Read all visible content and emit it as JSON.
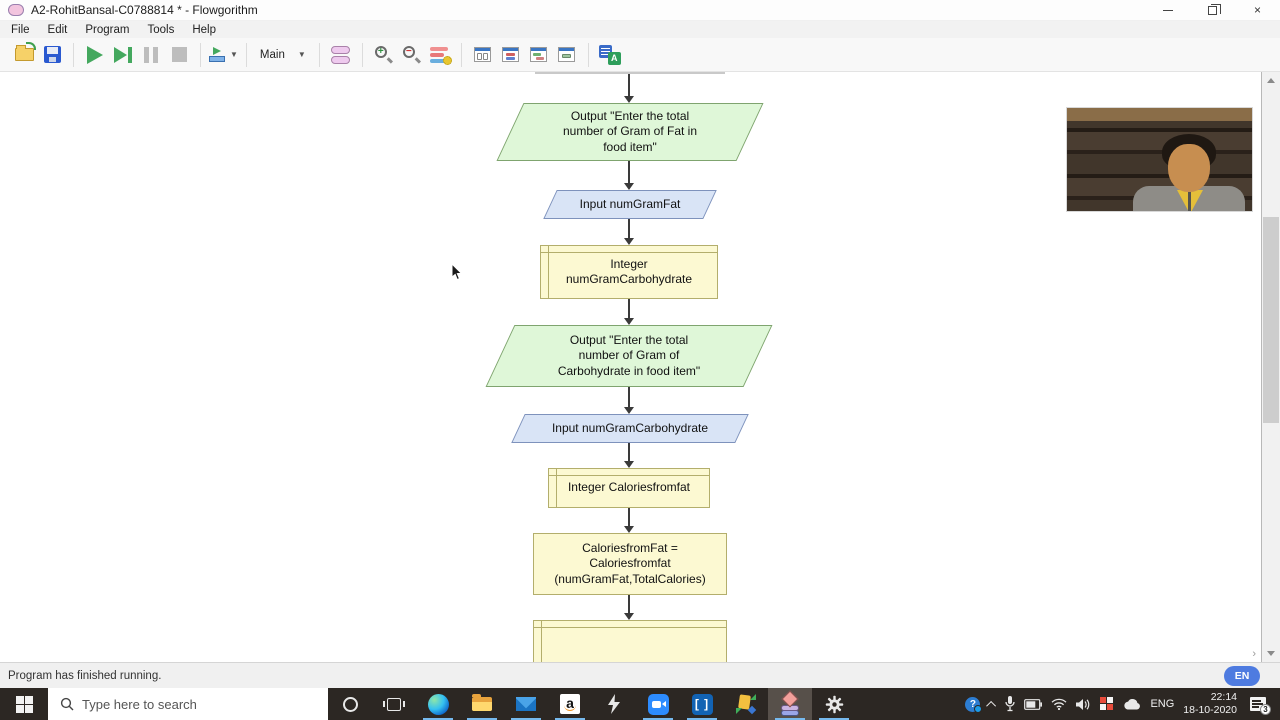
{
  "window": {
    "title": "A2-RohitBansal-C0788814 * - Flowgorithm"
  },
  "menubar": {
    "items": [
      "File",
      "Edit",
      "Program",
      "Tools",
      "Help"
    ]
  },
  "toolbar": {
    "function_name": "Main",
    "translate_letter": "A"
  },
  "canvas": {
    "nodes": [
      {
        "type": "output",
        "text": "Output \"Enter the total\nnumber of Gram of Fat in\nfood item\""
      },
      {
        "type": "input",
        "text": "Input numGramFat"
      },
      {
        "type": "declare",
        "text": "Integer\nnumGramCarbohydrate"
      },
      {
        "type": "output",
        "text": "Output \"Enter the total\nnumber of Gram of\nCarbohydrate in food item\""
      },
      {
        "type": "input",
        "text": "Input numGramCarbohydrate"
      },
      {
        "type": "declare",
        "text": "Integer Caloriesfromfat"
      },
      {
        "type": "assign",
        "text": "CaloriesfromFat =\nCaloriesfromfat\n(numGramFat,TotalCalories)"
      },
      {
        "type": "declare",
        "text": ""
      }
    ],
    "corner_chevron": "›"
  },
  "statusbar": {
    "message": "Program has finished running.",
    "language_badge": "EN"
  },
  "taskbar": {
    "search_placeholder": "Type here to search",
    "amazon_letter": "a",
    "brackets_glyph": "[ ]",
    "tray": {
      "help_glyph": "?",
      "language": "ENG",
      "time": "22:14",
      "date": "18-10-2020",
      "notification_count": "3"
    }
  },
  "colors": {
    "output_fill": "#dff7d8",
    "output_border": "#7fa46f",
    "input_fill": "#d9e4f6",
    "input_border": "#7e92bc",
    "declare_fill": "#fcf9d2",
    "declare_border": "#b3ae6c",
    "taskbar_bg": "#2c2723",
    "taskbar_active": "#57504a",
    "running_underline": "#76b9ed",
    "en_badge": "#4e7be0"
  }
}
